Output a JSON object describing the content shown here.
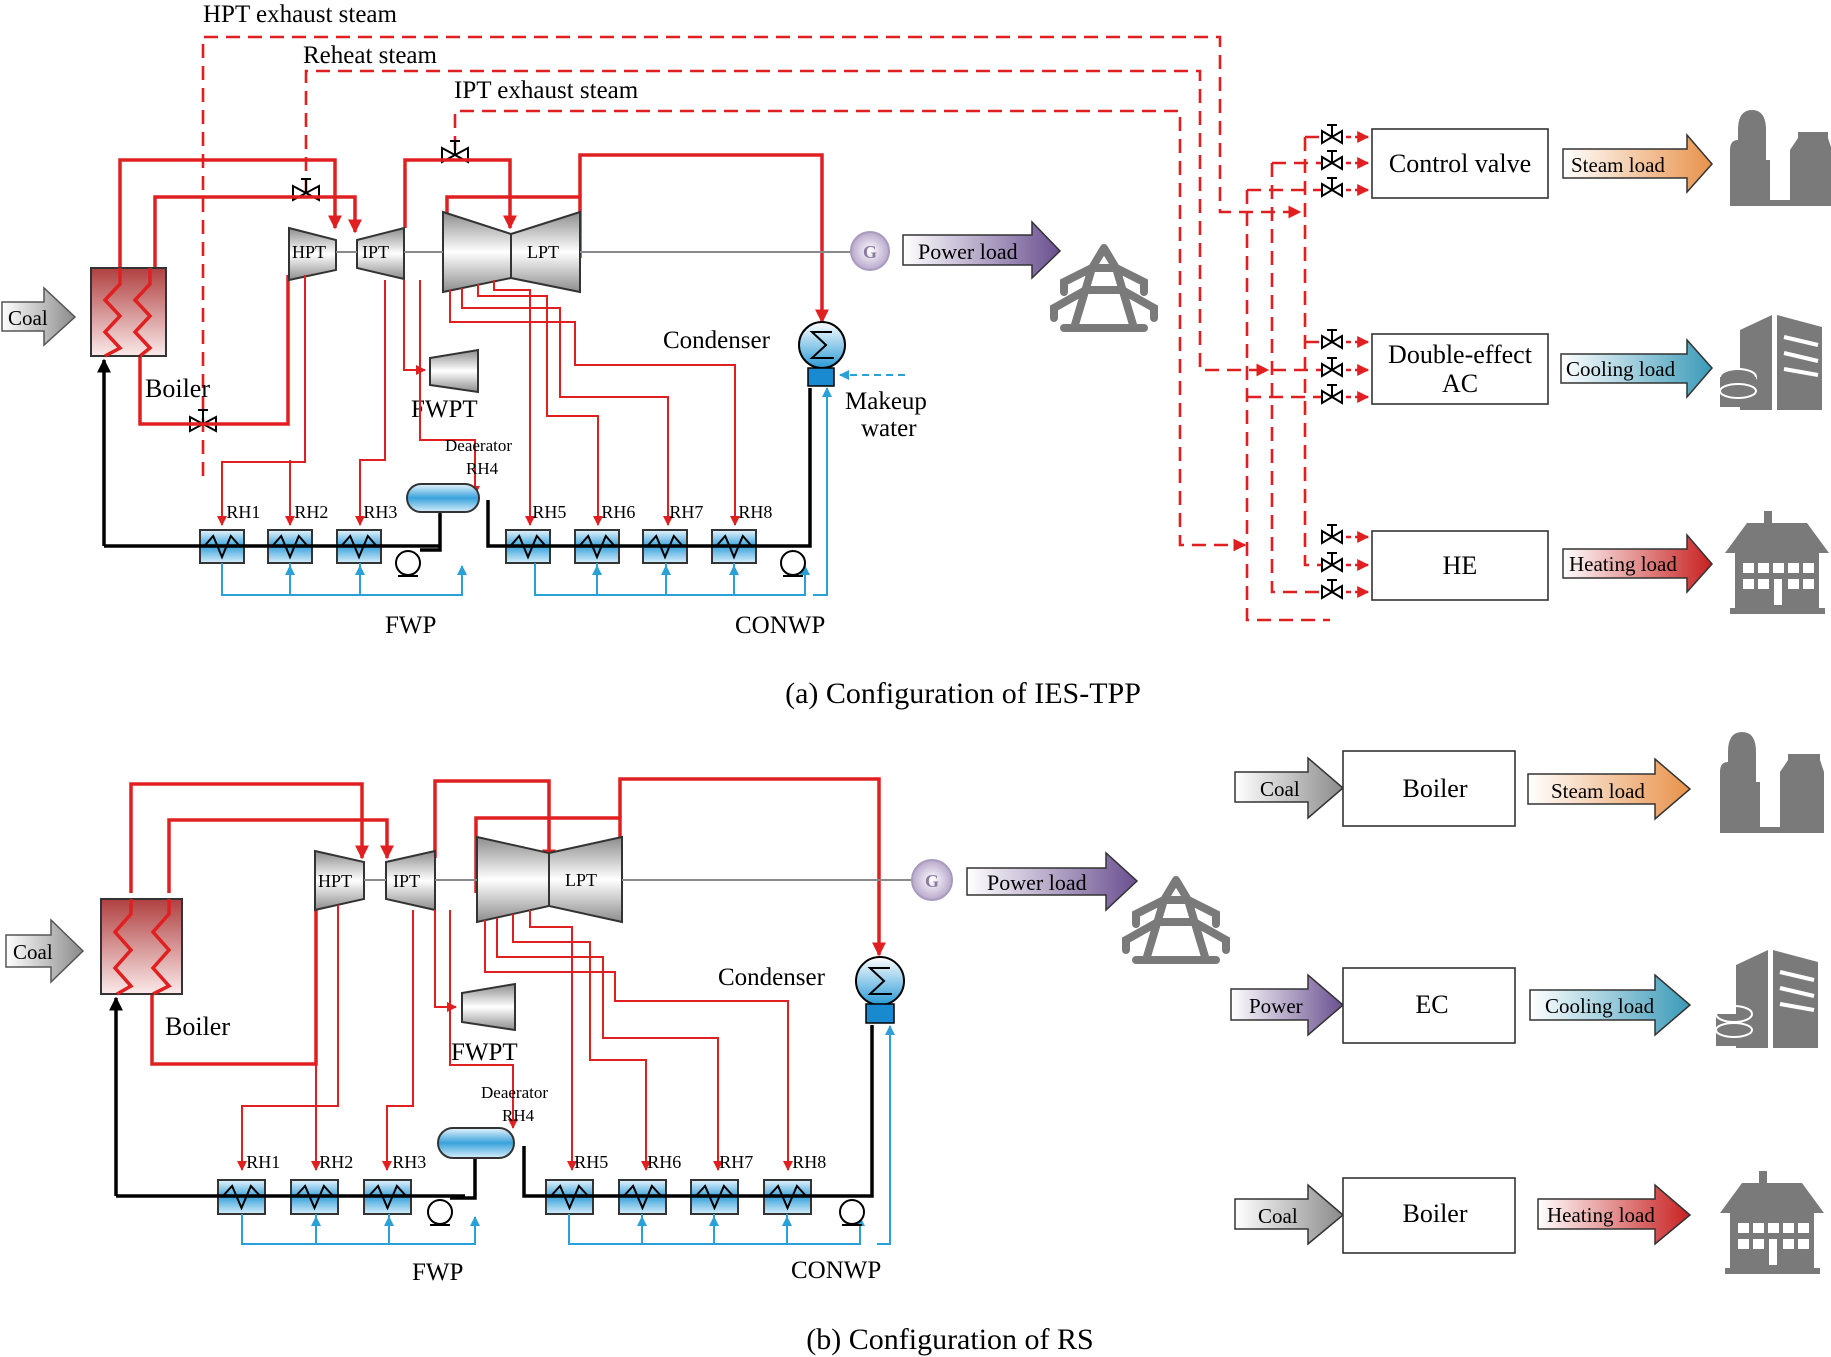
{
  "figure": {
    "panel_a": {
      "caption": "(a) Configuration of IES-TPP",
      "extraction_labels": {
        "hpt_exhaust": "HPT exhaust steam",
        "reheat": "Reheat steam",
        "ipt_exhaust": "IPT exhaust steam"
      },
      "components": {
        "coal": "Coal",
        "boiler": "Boiler",
        "hpt": "HPT",
        "ipt": "IPT",
        "lpt": "LPT",
        "fwpt": "FWPT",
        "deaerator": "Deaerator",
        "rh4": "RH4",
        "condenser": "Condenser",
        "makeup_1": "Makeup",
        "makeup_2": "water",
        "fwp": "FWP",
        "conwp": "CONWP",
        "generator": "G",
        "power_load": "Power load"
      },
      "heaters": [
        "RH1",
        "RH2",
        "RH3",
        "RH5",
        "RH6",
        "RH7",
        "RH8"
      ],
      "units": [
        {
          "name": "Control valve",
          "load": "Steam load",
          "icon": "factory-icon"
        },
        {
          "name_1": "Double-effect",
          "name_2": "AC",
          "load": "Cooling load",
          "icon": "datacenter-icon"
        },
        {
          "name": "HE",
          "load": "Heating load",
          "icon": "building-icon"
        }
      ]
    },
    "panel_b": {
      "caption": "(b) Configuration of RS",
      "components": {
        "coal": "Coal",
        "boiler": "Boiler",
        "hpt": "HPT",
        "ipt": "IPT",
        "lpt": "LPT",
        "fwpt": "FWPT",
        "deaerator": "Deaerator",
        "rh4": "RH4",
        "condenser": "Condenser",
        "fwp": "FWP",
        "conwp": "CONWP",
        "generator": "G",
        "power_load": "Power load"
      },
      "heaters": [
        "RH1",
        "RH2",
        "RH3",
        "RH5",
        "RH6",
        "RH7",
        "RH8"
      ],
      "units": [
        {
          "input": "Coal",
          "name": "Boiler",
          "load": "Steam load",
          "icon": "factory-icon"
        },
        {
          "input": "Power",
          "name": "EC",
          "load": "Cooling load",
          "icon": "datacenter-icon"
        },
        {
          "input": "Coal",
          "name": "Boiler",
          "load": "Heating load",
          "icon": "building-icon"
        }
      ]
    },
    "colors": {
      "steam": "#e02020",
      "cooling_water": "#2aa0d8",
      "feedwater": "#000000",
      "steam_load": "#e8924a",
      "cooling_load": "#3a9ab8",
      "heating_load": "#c82020",
      "power_load": "#6a5090",
      "coal": "#8a8a8a",
      "icon_gray": "#7a7a7a"
    }
  }
}
